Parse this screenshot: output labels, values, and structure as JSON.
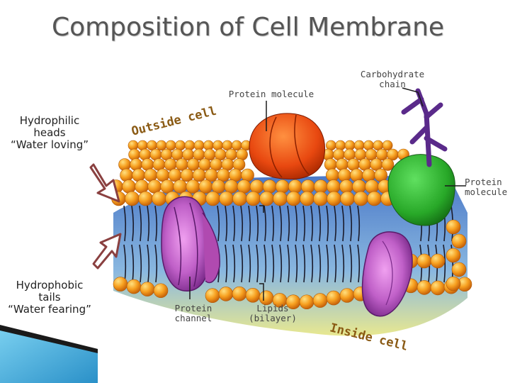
{
  "title": "Composition of Cell Membrane",
  "hydrophilic": {
    "line1": "Hydrophilic",
    "line2": "heads",
    "line3": "“Water loving”"
  },
  "hydrophobic": {
    "line1": "Hydrophobic",
    "line2": "tails",
    "line3": "“Water fearing”"
  },
  "labels": {
    "protein_top": "Protein molecule",
    "carb_line1": "Carbohydrate",
    "carb_line2": "chain",
    "protein_right_line1": "Protein",
    "protein_right_line2": "molecule",
    "channel_line1": "Protein",
    "channel_line2": "channel",
    "lipids_line1": "Lipids",
    "lipids_line2": "(bilayer)",
    "outside": "Outside cell",
    "inside": "Inside cell"
  },
  "colors": {
    "head": "#f7a020",
    "head_dark": "#c8640a",
    "tails_bg": "#6fa6d8",
    "channel": "#b04ab0",
    "green_protein": "#28a828",
    "red_protein": "#e84810",
    "carb": "#5a2a8a",
    "arrow": "#8a4040"
  }
}
